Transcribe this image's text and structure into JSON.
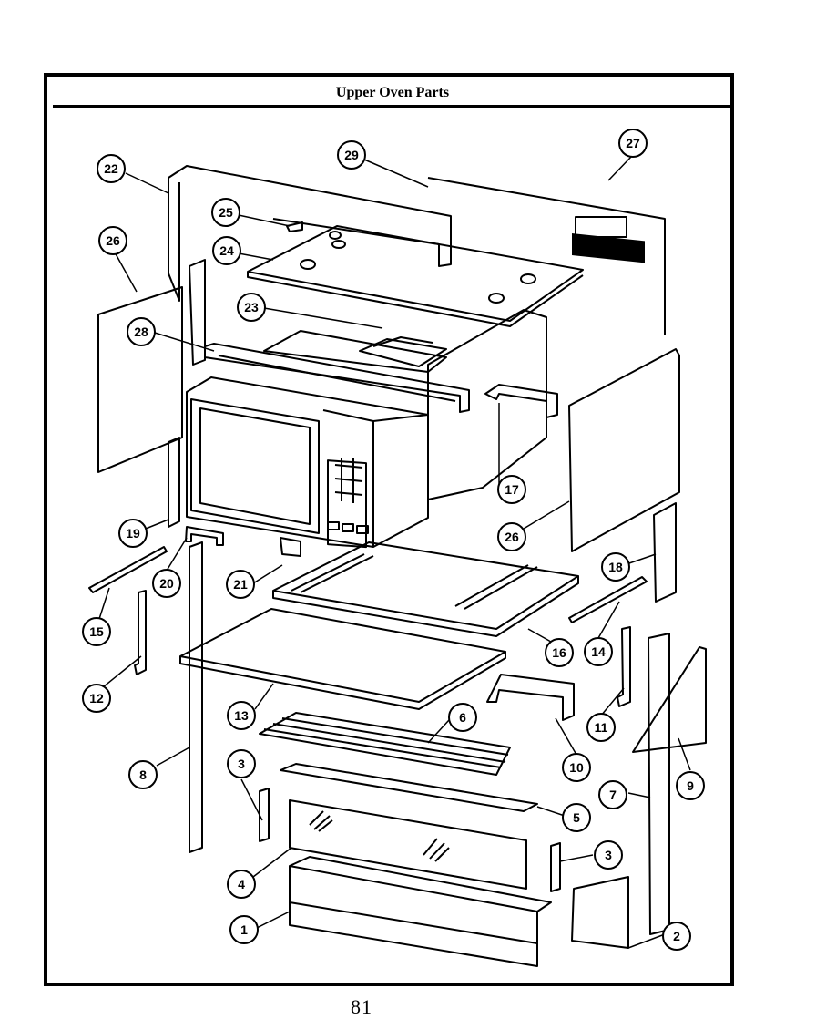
{
  "title": "Upper Oven Parts",
  "page_number": "81",
  "callouts": [
    {
      "id": "c1",
      "label": "1"
    },
    {
      "id": "c2",
      "label": "2"
    },
    {
      "id": "c3a",
      "label": "3"
    },
    {
      "id": "c3b",
      "label": "3"
    },
    {
      "id": "c4",
      "label": "4"
    },
    {
      "id": "c5",
      "label": "5"
    },
    {
      "id": "c6",
      "label": "6"
    },
    {
      "id": "c7",
      "label": "7"
    },
    {
      "id": "c8",
      "label": "8"
    },
    {
      "id": "c9",
      "label": "9"
    },
    {
      "id": "c10",
      "label": "10"
    },
    {
      "id": "c11",
      "label": "11"
    },
    {
      "id": "c12",
      "label": "12"
    },
    {
      "id": "c13",
      "label": "13"
    },
    {
      "id": "c14",
      "label": "14"
    },
    {
      "id": "c15",
      "label": "15"
    },
    {
      "id": "c16",
      "label": "16"
    },
    {
      "id": "c17",
      "label": "17"
    },
    {
      "id": "c18",
      "label": "18"
    },
    {
      "id": "c19",
      "label": "19"
    },
    {
      "id": "c20",
      "label": "20"
    },
    {
      "id": "c21",
      "label": "21"
    },
    {
      "id": "c22",
      "label": "22"
    },
    {
      "id": "c23",
      "label": "23"
    },
    {
      "id": "c24",
      "label": "24"
    },
    {
      "id": "c25",
      "label": "25"
    },
    {
      "id": "c26a",
      "label": "26"
    },
    {
      "id": "c26b",
      "label": "26"
    },
    {
      "id": "c27",
      "label": "27"
    },
    {
      "id": "c28",
      "label": "28"
    },
    {
      "id": "c29",
      "label": "29"
    }
  ]
}
